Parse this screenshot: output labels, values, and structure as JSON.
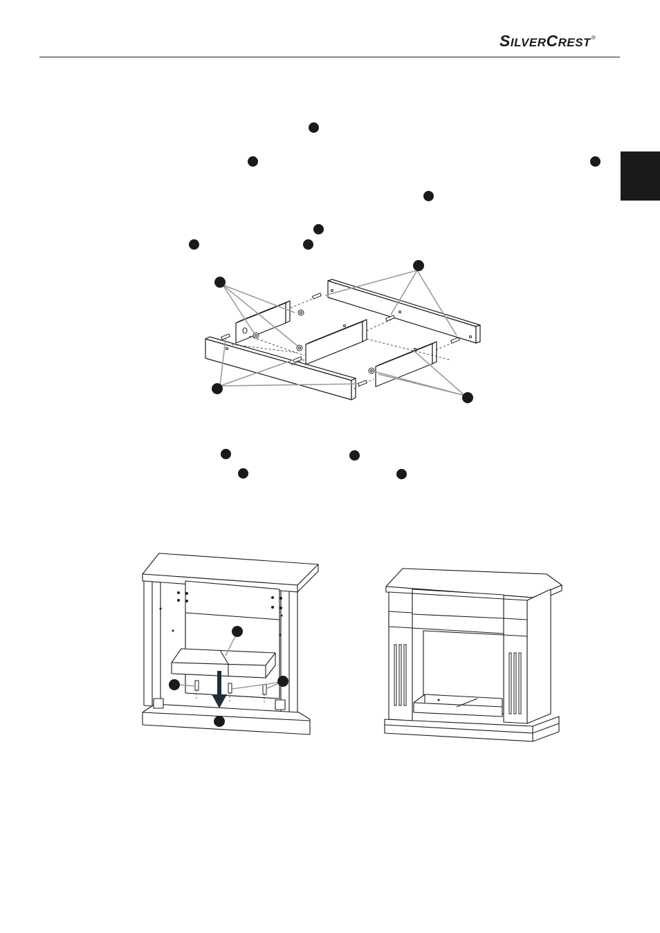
{
  "header": {
    "brand_big_1": "S",
    "brand_small_1": "ILVER",
    "brand_big_2": "C",
    "brand_small_2": "REST",
    "trademark": "®"
  },
  "icons": {
    "marker": "numbered-callout-dot",
    "arrow": "down-arrow"
  },
  "colors": {
    "ink": "#1a1a1a",
    "leader": "#9a9a9a",
    "arrow": "#1d2e3a"
  }
}
